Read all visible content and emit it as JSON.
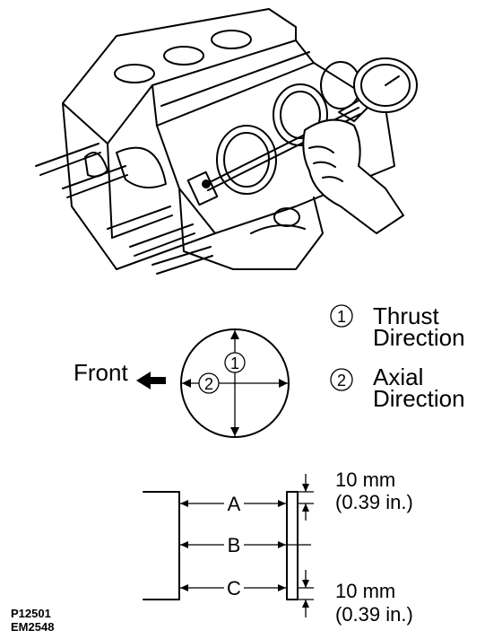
{
  "legend": {
    "item1": {
      "num": "1",
      "line1": "Thrust",
      "line2": "Direction"
    },
    "item2": {
      "num": "2",
      "line1": "Axial",
      "line2": "Direction"
    }
  },
  "bore": {
    "front_label": "Front",
    "mark1": "1",
    "mark2": "2"
  },
  "positions": {
    "a": "A",
    "b": "B",
    "c": "C",
    "top_offset": {
      "metric": "10 mm",
      "imperial": "(0.39 in.)"
    },
    "bottom_offset": {
      "metric": "10 mm",
      "imperial": "(0.39 in.)"
    }
  },
  "codes": {
    "line1": "P12501",
    "line2": "EM2548"
  }
}
